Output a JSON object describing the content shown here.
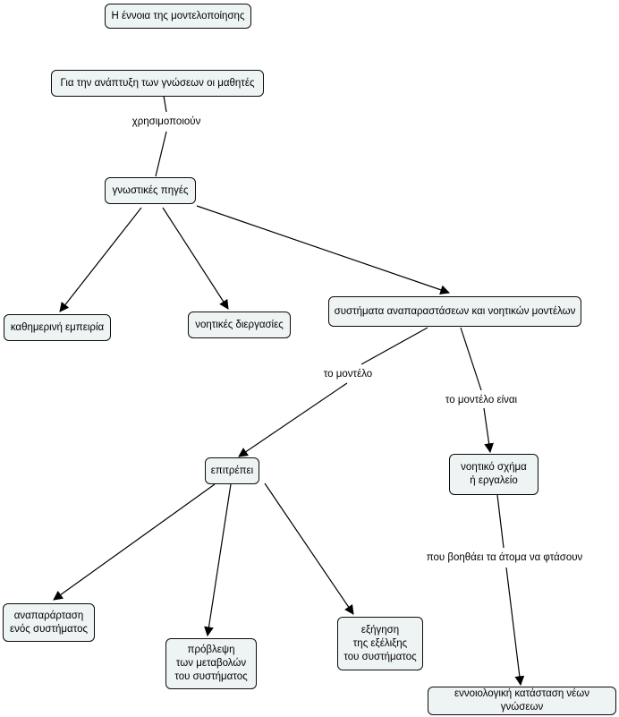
{
  "title": "Η έννοια της μοντελοποίησης",
  "nodes": {
    "learners": "Για την ανάπτυξη των γνώσεων οι μαθητές",
    "sources": "γνωστικές πηγές",
    "experience": "καθημερινή εμπειρία",
    "processes": "νοητικές διεργασίες",
    "systems": "συστήματα αναπαραστάσεων και νοητικών μοντέλων",
    "allows": "επιτρέπει",
    "schema": "νοητικό σχήμα\nή εργαλείο",
    "representation": "αναπαράρταση\nενός συστήματος",
    "prediction": "πρόβλεψη\nτων μεταβολών\nτου συστήματος",
    "explanation": "εξήγηση\nτης εξέλιξης\nτου συστήματος",
    "conceptual": "εννοιολογική κατάσταση νέων γνώσεων"
  },
  "links": {
    "use": "χρησιμοποιούν",
    "model": "το μοντέλο",
    "model_is": "το μοντέλο είναι",
    "helps": "που βοηθάει τα άτομα να φτάσουν"
  }
}
